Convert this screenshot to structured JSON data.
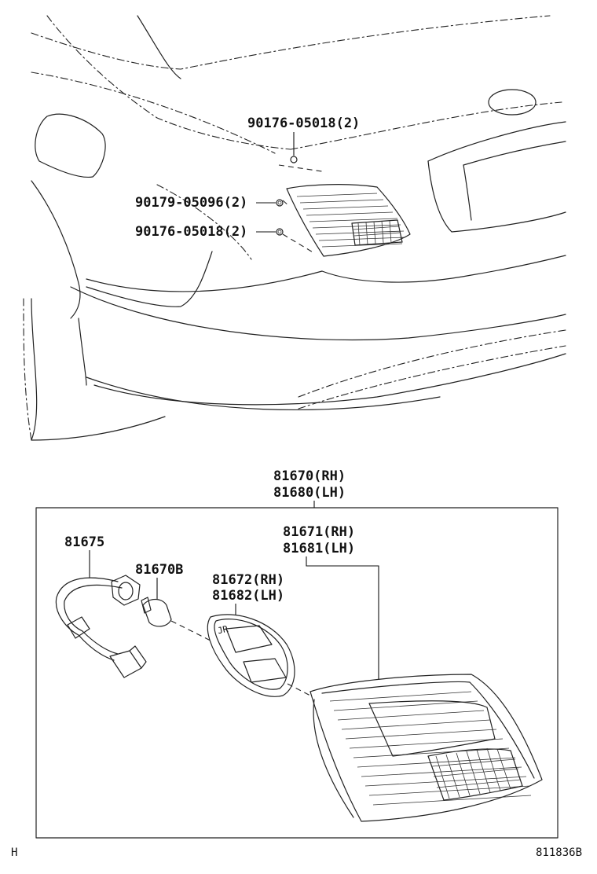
{
  "labels": {
    "bolt_upper": "90176-05018(2)",
    "nut_middle": "90179-05096(2)",
    "bolt_lower": "90176-05018(2)",
    "assy_rh": "81670(RH)",
    "assy_lh": "81680(LH)",
    "lens_rh": "81671(RH)",
    "lens_lh": "81681(LH)",
    "gasket_rh": "81672(RH)",
    "gasket_lh": "81682(LH)",
    "socket": "81675",
    "bulb": "81670B",
    "gasket_mark": "JR",
    "corner_left": "H",
    "corner_right": "811836B"
  }
}
